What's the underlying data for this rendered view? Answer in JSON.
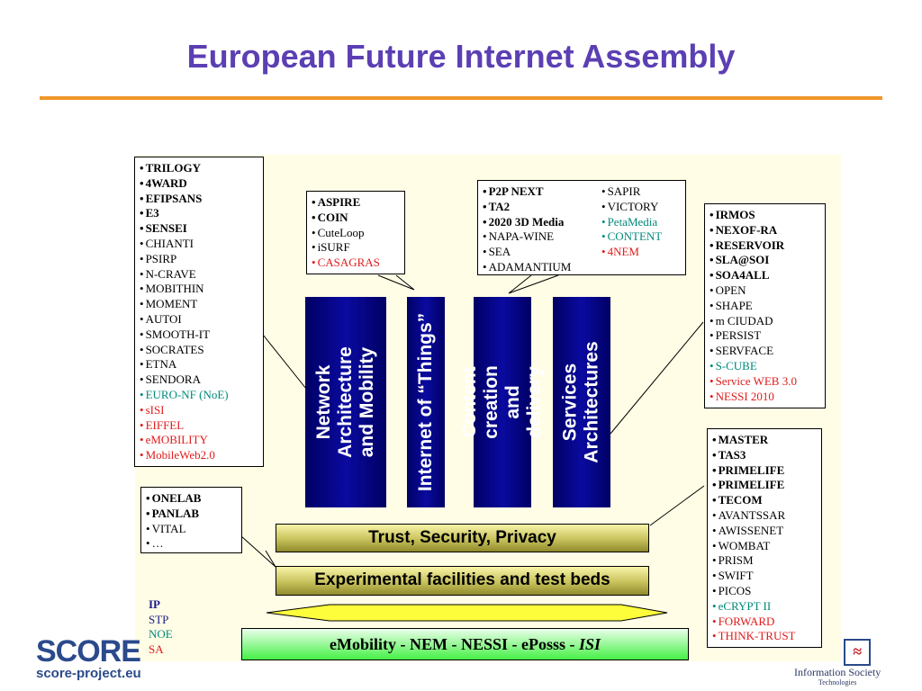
{
  "title": "European Future Internet Assembly",
  "pillars": [
    "Network Architecture and Mobility",
    "Internet of “Things”",
    "Content creation and delivery",
    "Services Architectures"
  ],
  "bars": {
    "trust": "Trust, Security, Privacy",
    "experimental": "Experimental facilities and test beds"
  },
  "bottom_bar": {
    "prefix": "eMobility - NEM - NESSI - ePosss - ",
    "italic": "ISI"
  },
  "legend": [
    "IP",
    "STP",
    "NOE",
    "SA"
  ],
  "colors": {
    "title": "#5b3fb3",
    "rule": "#f0962a",
    "teal": "#008a7a",
    "red": "#e01b1b",
    "pillar": "#000080"
  },
  "lists": {
    "network": [
      {
        "t": "TRILOGY",
        "s": "ip"
      },
      {
        "t": "4WARD",
        "s": "ip"
      },
      {
        "t": "EFIPSANS",
        "s": "ip"
      },
      {
        "t": "E3",
        "s": "ip"
      },
      {
        "t": "SENSEI",
        "s": "ip"
      },
      {
        "t": "CHIANTI",
        "s": "stp"
      },
      {
        "t": "PSIRP",
        "s": "stp"
      },
      {
        "t": "N-CRAVE",
        "s": "stp"
      },
      {
        "t": "MOBITHIN",
        "s": "stp"
      },
      {
        "t": "MOMENT",
        "s": "stp"
      },
      {
        "t": "AUTOI",
        "s": "stp"
      },
      {
        "t": "SMOOTH-IT",
        "s": "stp"
      },
      {
        "t": "SOCRATES",
        "s": "stp"
      },
      {
        "t": "ETNA",
        "s": "stp"
      },
      {
        "t": "SENDORA",
        "s": "stp"
      },
      {
        "t": "EURO-NF (NoE)",
        "s": "noe"
      },
      {
        "t": "sISI",
        "s": "sa"
      },
      {
        "t": "EIFFEL",
        "s": "sa"
      },
      {
        "t": "eMOBILITY",
        "s": "sa"
      },
      {
        "t": "MobileWeb2.0",
        "s": "sa"
      }
    ],
    "things": [
      {
        "t": "ASPIRE",
        "s": "ip"
      },
      {
        "t": "COIN",
        "s": "ip"
      },
      {
        "t": "CuteLoop",
        "s": "stp"
      },
      {
        "t": "iSURF",
        "s": "stp"
      },
      {
        "t": "CASAGRAS",
        "s": "sa"
      }
    ],
    "content_left": [
      {
        "t": "P2P NEXT",
        "s": "ip"
      },
      {
        "t": "TA2",
        "s": "ip"
      },
      {
        "t": "2020 3D Media",
        "s": "ip"
      },
      {
        "t": "NAPA-WINE",
        "s": "stp"
      },
      {
        "t": "SEA",
        "s": "stp"
      },
      {
        "t": "ADAMANTIUM",
        "s": "stp"
      }
    ],
    "content_right": [
      {
        "t": "SAPIR",
        "s": "stp"
      },
      {
        "t": "VICTORY",
        "s": "stp"
      },
      {
        "t": "PetaMedia",
        "s": "noe"
      },
      {
        "t": "CONTENT",
        "s": "noe"
      },
      {
        "t": "4NEM",
        "s": "sa"
      }
    ],
    "services": [
      {
        "t": "IRMOS",
        "s": "ip"
      },
      {
        "t": "NEXOF-RA",
        "s": "ip"
      },
      {
        "t": "RESERVOIR",
        "s": "ip"
      },
      {
        "t": "SLA@SOI",
        "s": "ip"
      },
      {
        "t": "SOA4ALL",
        "s": "ip"
      },
      {
        "t": "OPEN",
        "s": "stp"
      },
      {
        "t": "SHAPE",
        "s": "stp"
      },
      {
        "t": "m CIUDAD",
        "s": "stp"
      },
      {
        "t": "PERSIST",
        "s": "stp"
      },
      {
        "t": "SERVFACE",
        "s": "stp"
      },
      {
        "t": "S-CUBE",
        "s": "noe"
      },
      {
        "t": "Service WEB 3.0",
        "s": "sa"
      },
      {
        "t": "NESSI 2010",
        "s": "sa"
      }
    ],
    "testbeds": [
      {
        "t": "ONELAB",
        "s": "ip"
      },
      {
        "t": "PANLAB",
        "s": "ip"
      },
      {
        "t": "VITAL",
        "s": "stp"
      },
      {
        "t": "…",
        "s": "stp"
      }
    ],
    "security": [
      {
        "t": "MASTER",
        "s": "ip"
      },
      {
        "t": "TAS3",
        "s": "ip"
      },
      {
        "t": "PRIMELIFE",
        "s": "ip"
      },
      {
        "t": "PRIMELIFE",
        "s": "ip"
      },
      {
        "t": "TECOM",
        "s": "ip"
      },
      {
        "t": "AVANTSSAR",
        "s": "stp"
      },
      {
        "t": "AWISSENET",
        "s": "stp"
      },
      {
        "t": "WOMBAT",
        "s": "stp"
      },
      {
        "t": "PRISM",
        "s": "stp"
      },
      {
        "t": "SWIFT",
        "s": "stp"
      },
      {
        "t": "PICOS",
        "s": "stp"
      },
      {
        "t": "eCRYPT II",
        "s": "noe"
      },
      {
        "t": "FORWARD",
        "s": "sa"
      },
      {
        "t": "THINK-TRUST",
        "s": "sa"
      }
    ]
  },
  "logos": {
    "score_word": "SCORE",
    "score_url": "score-project.eu",
    "ist_name": "Information Society",
    "ist_sub": "Technologies"
  }
}
